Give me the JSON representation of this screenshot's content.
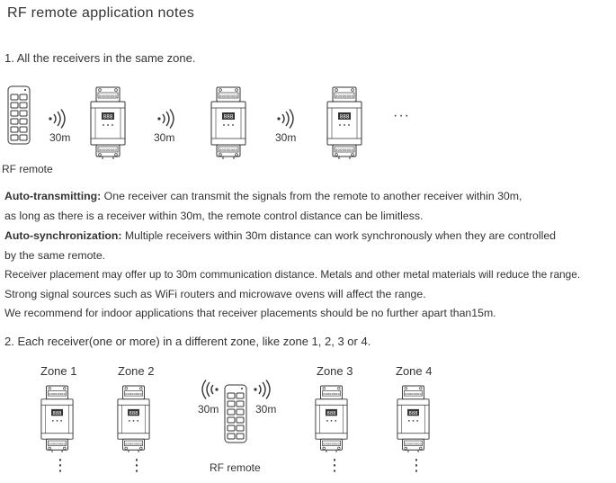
{
  "title": "RF remote application notes",
  "section1": {
    "heading": "1. All the receivers in the same zone.",
    "remote_label": "RF remote",
    "distance_labels": [
      "30m",
      "30m",
      "30m"
    ],
    "more": "···"
  },
  "paragraphs": {
    "auto_tx_label": "Auto-transmitting:",
    "auto_tx_text": " One receiver can transmit the signals from the remote to another receiver within 30m,",
    "auto_tx_line2": "as long as there is a receiver within 30m, the remote control distance can be limitless.",
    "auto_sync_label": "Auto-synchronization:",
    "auto_sync_text": " Multiple receivers within 30m distance can work synchronously when they are controlled",
    "auto_sync_line2": "by the same remote.",
    "placement": "Receiver placement may offer up to 30m communication distance. Metals and other metal materials will reduce the range.",
    "interference": "Strong signal sources such as WiFi routers and microwave ovens will affect the range.",
    "recommend": "We recommend for indoor applications that receiver placements should be no further apart than15m."
  },
  "section2": {
    "heading": "2. Each receiver(one or more) in a different zone, like zone 1, 2, 3 or 4.",
    "zones": [
      "Zone 1",
      "Zone 2",
      "Zone 3",
      "Zone 4"
    ],
    "left_distance": "30m",
    "right_distance": "30m",
    "remote_label": "RF remote",
    "continuation": "⋮"
  },
  "icons": {
    "remote": "rf-remote-icon",
    "receiver": "receiver-module-icon",
    "signal": "signal-waves-icon"
  }
}
